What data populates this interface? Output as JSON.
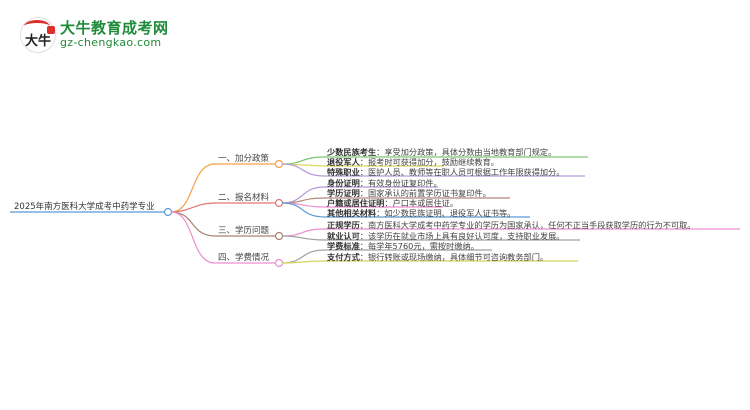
{
  "logo": {
    "glyph": "大牛",
    "title": "大牛教育成考网",
    "url": "gz-chengkao.com"
  },
  "root": {
    "label": "2025年南方医科大学成考中药学专业",
    "color": "#5b9bd5"
  },
  "branches": [
    {
      "label": "一、加分政策",
      "color": "#f5a04a",
      "leaves": [
        {
          "key": "少数民族考生",
          "sep": "：",
          "text": "享受加分政策，具体分数由当地教育部门规定。",
          "color": "#7cc576"
        },
        {
          "key": "退役军人",
          "sep": "：",
          "text": "报考时可获得加分，鼓励继续教育。",
          "color": "#d8d860"
        },
        {
          "key": "特殊职业",
          "sep": "：",
          "text": "医护人员、教师等在职人员可根据工作年限获得加分。",
          "color": "#b69ad8"
        }
      ]
    },
    {
      "label": "二、报名材料",
      "color": "#e27474",
      "leaves": [
        {
          "key": "身份证明",
          "sep": "：",
          "text": "有效身份证复印件。",
          "color": "#b69ad8"
        },
        {
          "key": "学历证明",
          "sep": "：",
          "text": "国家承认的前置学历证书复印件。",
          "color": "#b08b7a"
        },
        {
          "key": "户籍或居住证明",
          "sep": "：",
          "text": "户口本或居住证。",
          "color": "#ec8fcf"
        },
        {
          "key": "其他相关材料",
          "sep": "：",
          "text": "如少数民族证明、退役军人证书等。",
          "color": "#5b9bd5"
        }
      ]
    },
    {
      "label": "三、学历问题",
      "color": "#a8826f",
      "leaves": [
        {
          "key": "正规学历",
          "sep": "：",
          "text": "南方医科大学成考中药学专业的学历为国家承认，任何不正当手段获取学历的行为不可取。",
          "color": "#ec8fcf"
        },
        {
          "key": "就业认可",
          "sep": "：",
          "text": "该学历在就业市场上具有良好认可度，支持职业发展。",
          "color": "#a0a0a0"
        }
      ]
    },
    {
      "label": "四、学费情况",
      "color": "#ec8fcf",
      "leaves": [
        {
          "key": "学费标准",
          "sep": "：",
          "text": "每学年5760元，需按时缴纳。",
          "color": "#a0a0a0"
        },
        {
          "key": "支付方式",
          "sep": "：",
          "text": "银行转账或现场缴纳，具体细节可咨询教务部门。",
          "color": "#d4d45a"
        }
      ]
    }
  ]
}
